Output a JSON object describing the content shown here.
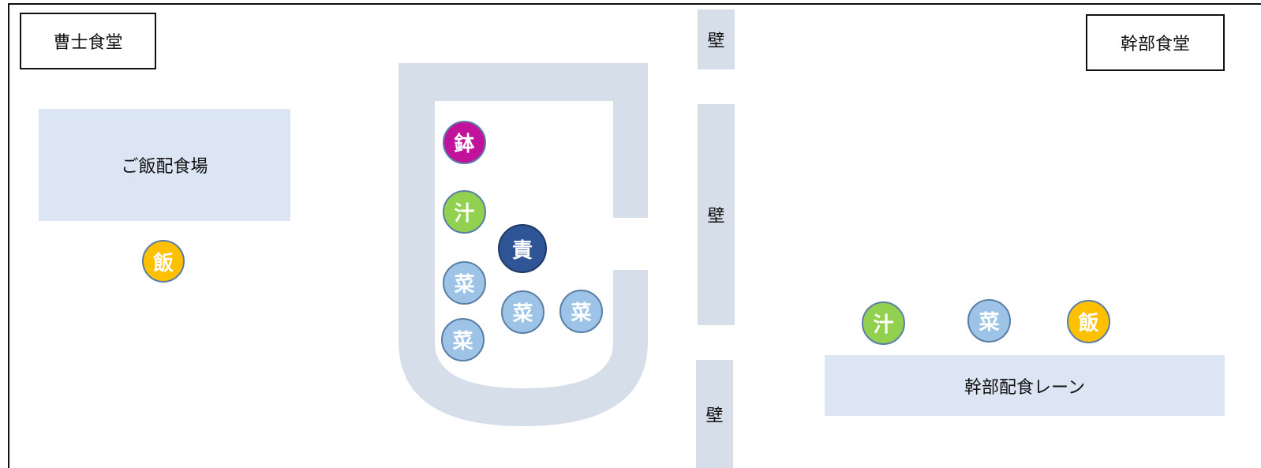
{
  "labels": {
    "left_hall": "曹士食堂",
    "right_hall": "幹部食堂",
    "rice_station": "ご飯配食場",
    "officer_lane": "幹部配食レーン",
    "wall_top": "壁",
    "wall_mid": "壁",
    "wall_bottom": "壁"
  },
  "markers": {
    "rice_left": "飯",
    "bowl": "鉢",
    "soup_counter": "汁",
    "chief": "責",
    "side_1": "菜",
    "side_2": "菜",
    "side_3": "菜",
    "side_4": "菜",
    "soup_officer": "汁",
    "side_officer": "菜",
    "rice_officer": "飯"
  },
  "colors": {
    "rice": "#ffc000",
    "bowl": "#c0129b",
    "soup": "#92d050",
    "chief": "#2f5597",
    "side": "#9dc3e6",
    "area": "#dbe5f3",
    "wall": "#d6deea"
  }
}
